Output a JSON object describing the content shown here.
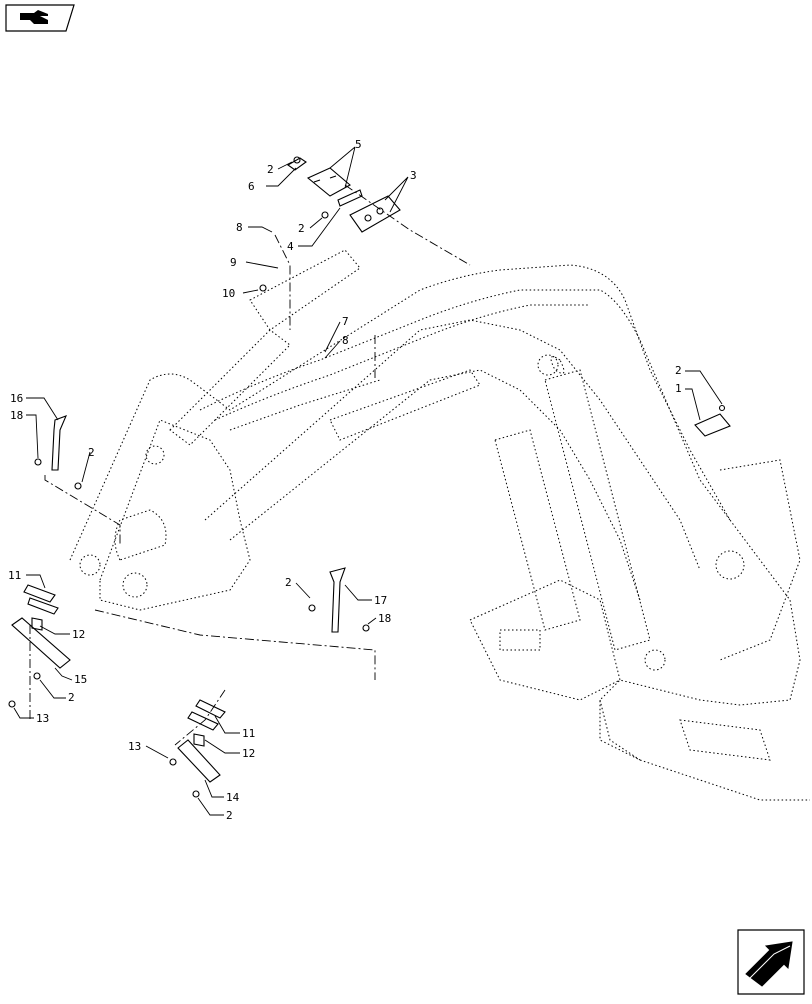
{
  "diagram": {
    "callouts": [
      {
        "id": "c-5",
        "text": "5"
      },
      {
        "id": "c-3",
        "text": "3"
      },
      {
        "id": "c-2a",
        "text": "2"
      },
      {
        "id": "c-6",
        "text": "6"
      },
      {
        "id": "c-2b",
        "text": "2"
      },
      {
        "id": "c-4",
        "text": "4"
      },
      {
        "id": "c-8a",
        "text": "8"
      },
      {
        "id": "c-9",
        "text": "9"
      },
      {
        "id": "c-10",
        "text": "10"
      },
      {
        "id": "c-7",
        "text": "7"
      },
      {
        "id": "c-8b",
        "text": "8"
      },
      {
        "id": "c-2c",
        "text": "2"
      },
      {
        "id": "c-1",
        "text": "1"
      },
      {
        "id": "c-16",
        "text": "16"
      },
      {
        "id": "c-18a",
        "text": "18"
      },
      {
        "id": "c-2d",
        "text": "2"
      },
      {
        "id": "c-11a",
        "text": "11"
      },
      {
        "id": "c-12a",
        "text": "12"
      },
      {
        "id": "c-15",
        "text": "15"
      },
      {
        "id": "c-2e",
        "text": "2"
      },
      {
        "id": "c-13a",
        "text": "13"
      },
      {
        "id": "c-2f",
        "text": "2"
      },
      {
        "id": "c-17",
        "text": "17"
      },
      {
        "id": "c-18b",
        "text": "18"
      },
      {
        "id": "c-11b",
        "text": "11"
      },
      {
        "id": "c-12b",
        "text": "12"
      },
      {
        "id": "c-13b",
        "text": "13"
      },
      {
        "id": "c-14",
        "text": "14"
      },
      {
        "id": "c-2g",
        "text": "2"
      }
    ]
  },
  "nav": {
    "top_icon": "pointing-hand-icon",
    "bottom_icon": "next-arrow-icon"
  },
  "colors": {
    "line": "#000000",
    "background": "#ffffff"
  }
}
